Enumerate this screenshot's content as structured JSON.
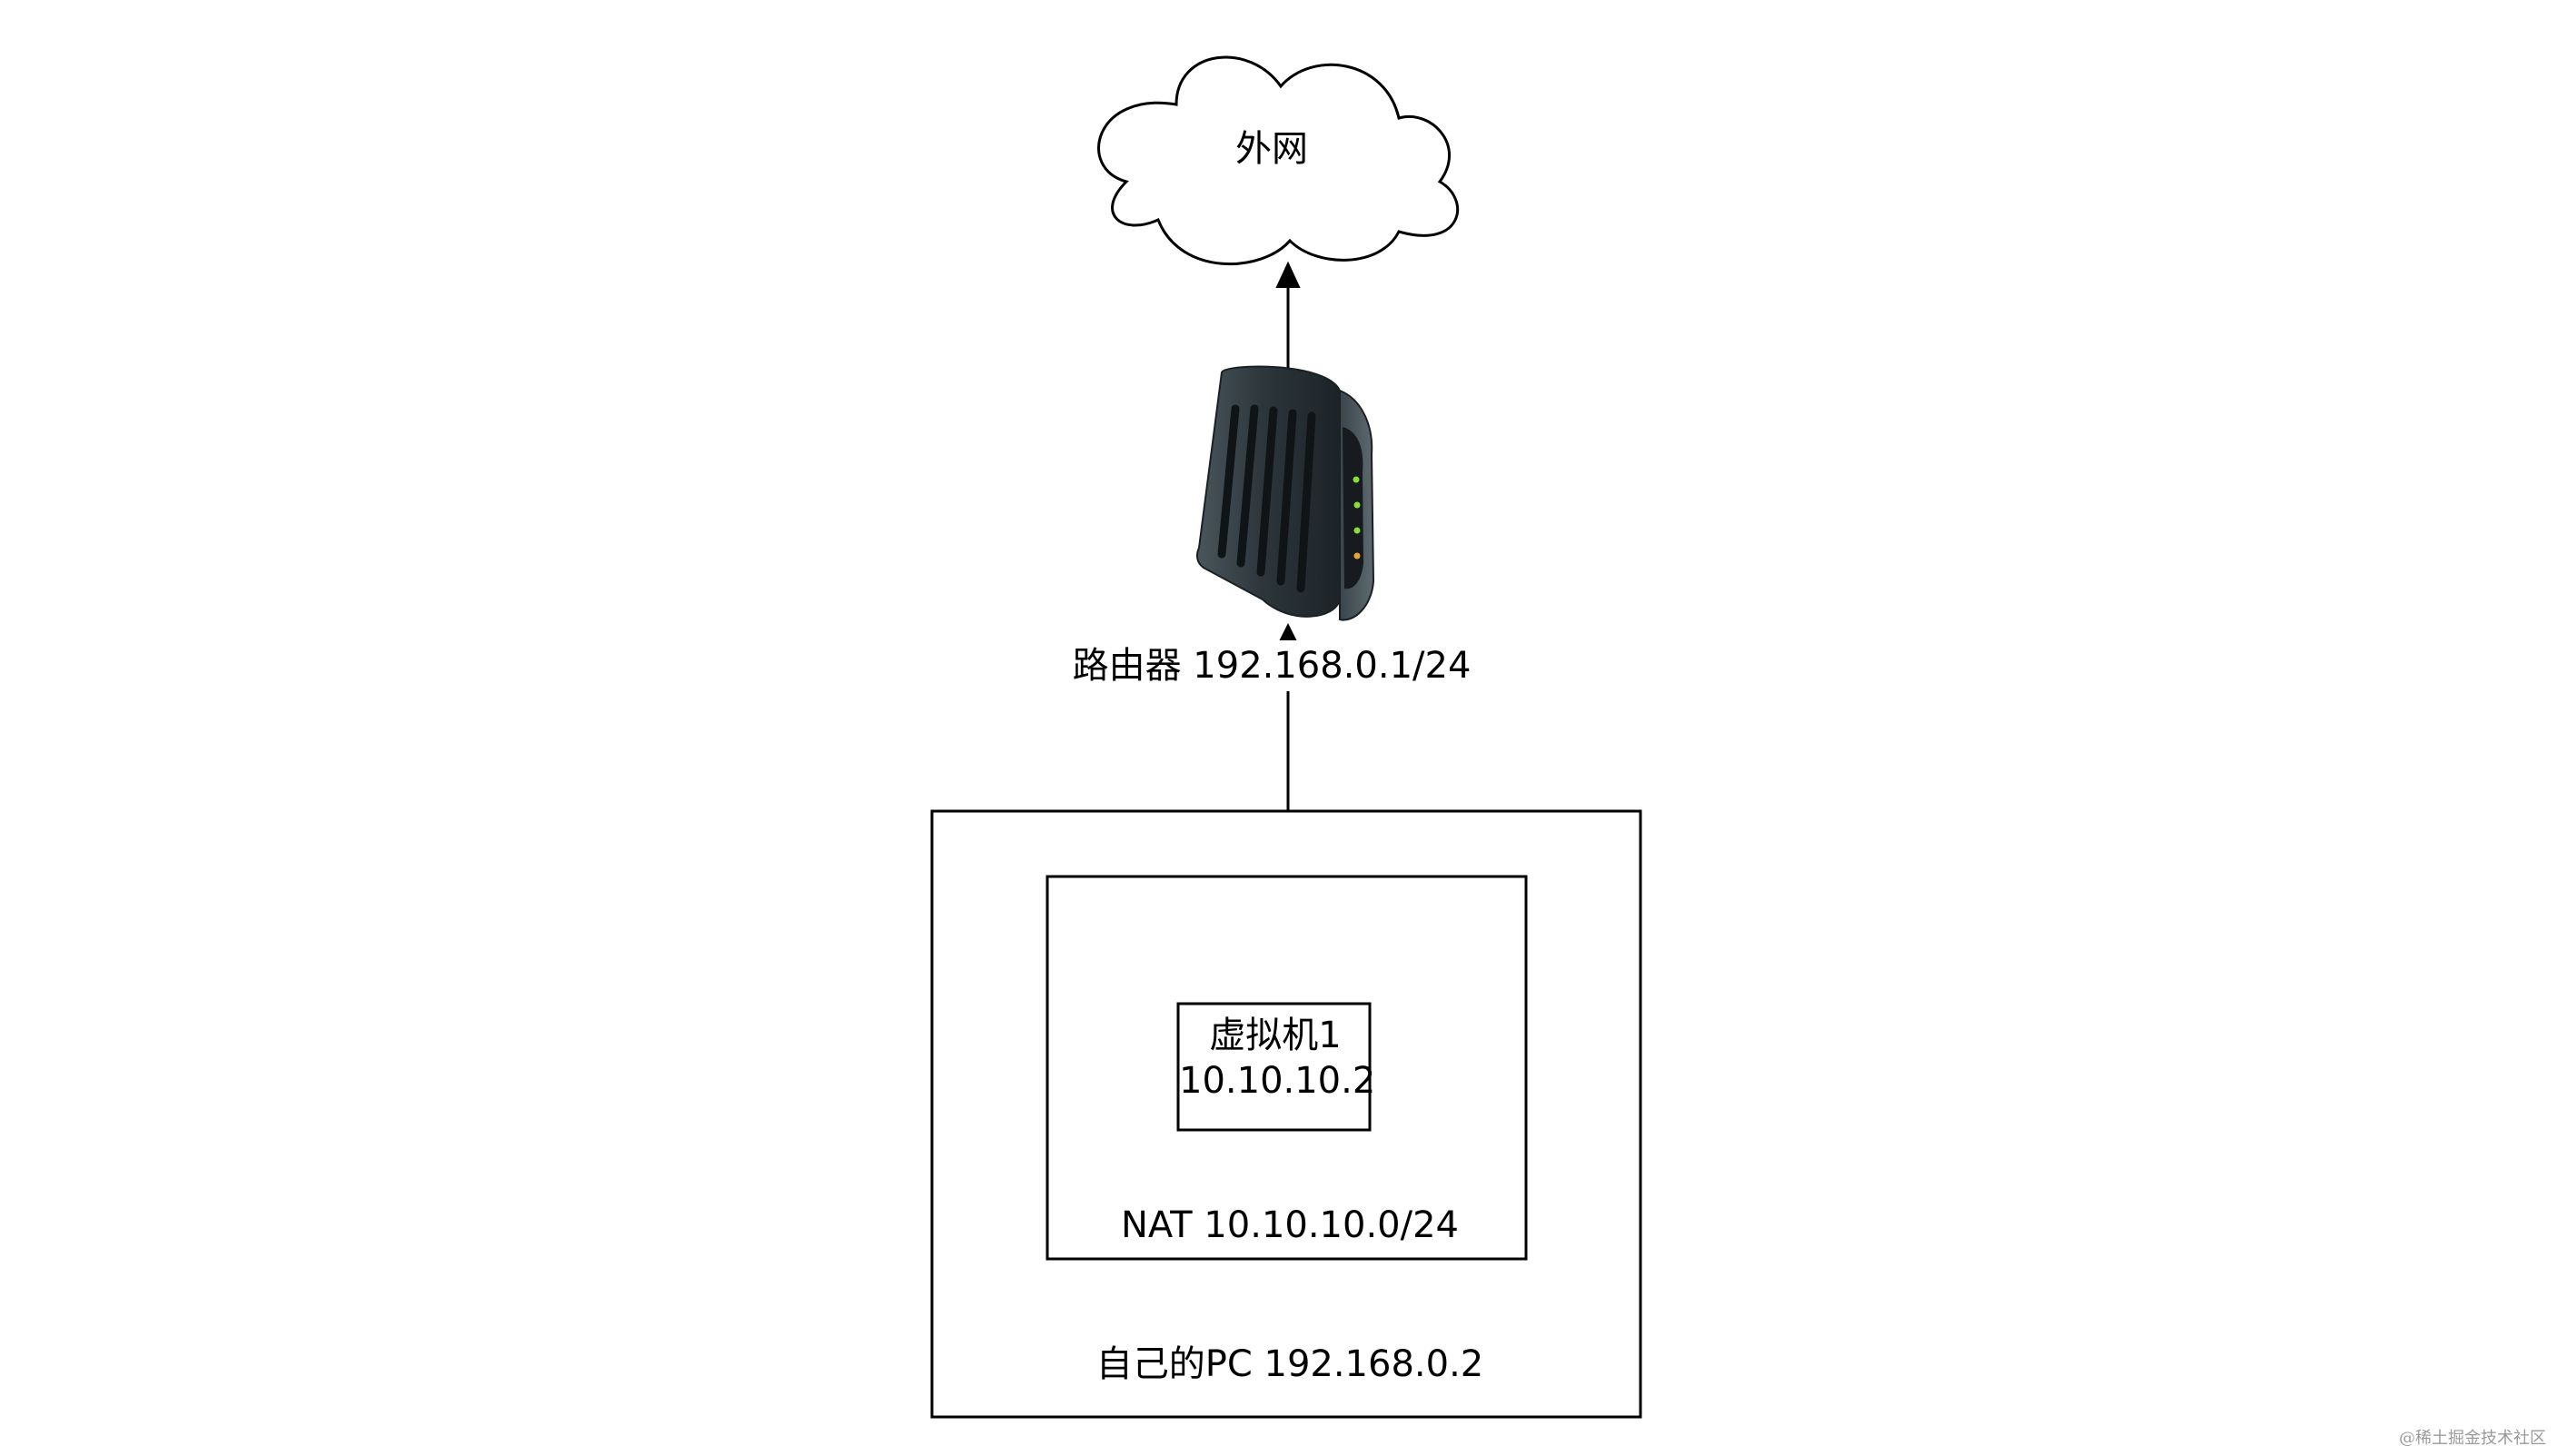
{
  "nodes": {
    "internet": {
      "label": "外网"
    },
    "router": {
      "label": "路由器 192.168.0.1/24"
    },
    "vm": {
      "name": "虚拟机1",
      "ip": "10.10.10.2"
    },
    "nat": {
      "label": "NAT 10.10.10.0/24"
    },
    "pc": {
      "label": "自己的PC 192.168.0.2"
    }
  },
  "watermark": "@稀土掘金技术社区",
  "colors": {
    "stroke": "#000000",
    "background": "#ffffff",
    "router_body": "#2f3a40",
    "router_led": "#8bdc3c"
  },
  "icons": {
    "internet": "cloud-icon",
    "router": "router-device-icon"
  }
}
